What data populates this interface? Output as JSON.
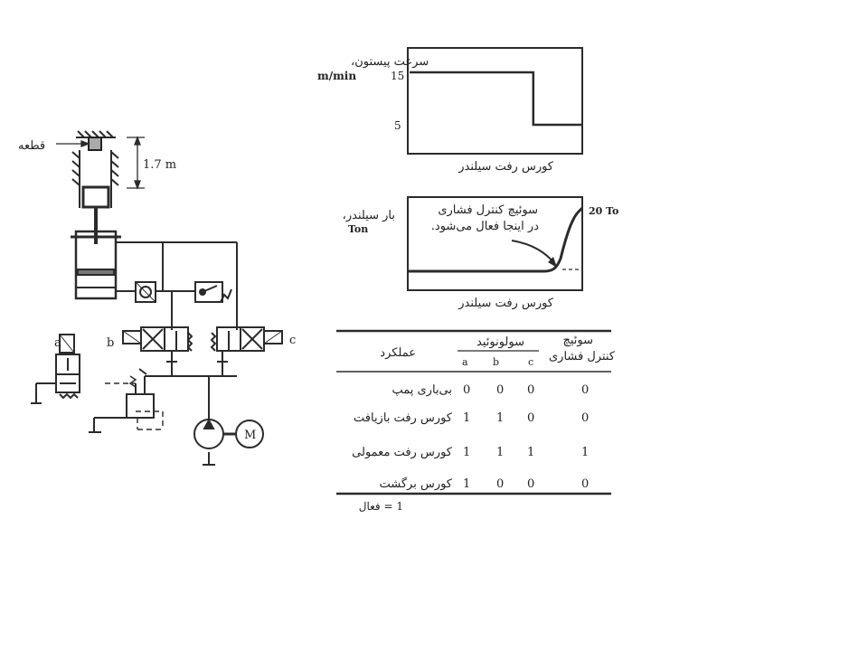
{
  "diagram": {
    "part_label": "قطعه",
    "stroke_label": "1.7 m",
    "valve_a": "a",
    "valve_b": "b",
    "valve_c": "c",
    "motor": "M"
  },
  "speed_chart": {
    "ylabel_line1": "سرعت پیستون،",
    "ylabel_line2": "m/min",
    "ticks": [
      "15",
      "5"
    ],
    "xlabel": "کورس رفت سیلندر",
    "chart_data": {
      "type": "line",
      "x": [
        0,
        0.72,
        0.72,
        1
      ],
      "y": [
        15,
        15,
        5,
        5
      ],
      "ylim": [
        0,
        20
      ],
      "xlim": [
        0,
        1
      ]
    }
  },
  "load_chart": {
    "ylabel_line1": "بار سیلندر،",
    "ylabel_line2": "Ton",
    "max_label": "20 To",
    "annotation_line1": "سوئیچ کنترل فشاری",
    "annotation_line2": "در اینجا فعال می‌شود.",
    "xlabel": "کورس رفت سیلندر"
  },
  "table": {
    "header_operation": "عملکرد",
    "header_solenoid": "سولونوئید",
    "header_switch_line1": "سوئیچ",
    "header_switch_line2": "کنترل فشاری",
    "sub_headers": [
      "a",
      "b",
      "c"
    ],
    "rows": [
      {
        "op": "بی‌باری پمپ",
        "a": "0",
        "b": "0",
        "c": "0",
        "sw": "0"
      },
      {
        "op": "کورس رفت بازیافت",
        "a": "1",
        "b": "1",
        "c": "0",
        "sw": "0"
      },
      {
        "op": "کورس رفت معمولی",
        "a": "1",
        "b": "1",
        "c": "1",
        "sw": "1"
      },
      {
        "op": "کورس برگشت",
        "a": "1",
        "b": "0",
        "c": "0",
        "sw": "0"
      }
    ],
    "footnote": "1 = فعال"
  }
}
